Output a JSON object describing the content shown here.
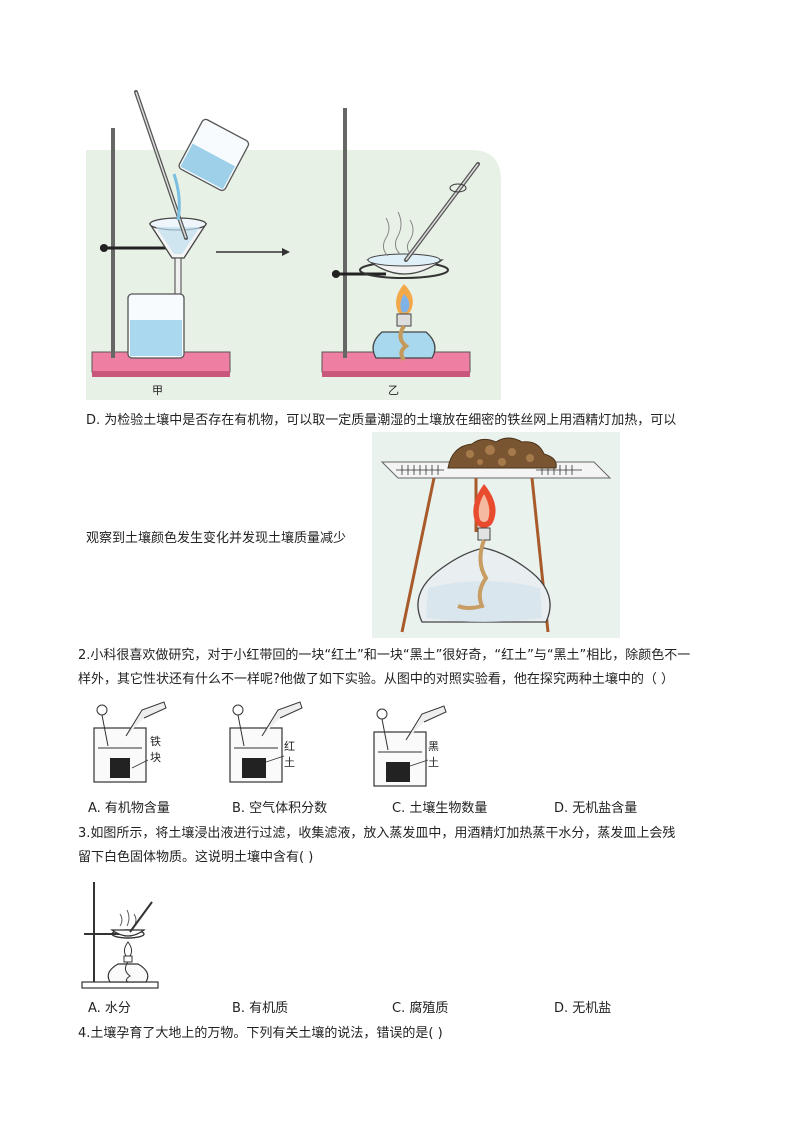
{
  "figure_top": {
    "label_jia": "甲",
    "label_yi": "乙"
  },
  "item_d": {
    "text_line1": "D. 为检验土壤中是否存在有机物，可以取一定质量潮湿的土壤放在细密的铁丝网上用酒精灯加热，可以",
    "text_line2": "观察到土壤颜色发生变化并发现土壤质量减少"
  },
  "q2": {
    "stem_line1": "2.小科很喜欢做研究，对于小红带回的一块“红土”和一块“黑土”很好奇，“红土”与“黑土”相比，除颜色不一",
    "stem_line2": "样外，其它性状还有什么不一样呢?他做了如下实验。从图中的对照实验看，他在探究两种土壤中的（     ）",
    "beaker_labels": [
      {
        "c1": "铁",
        "c2": "块"
      },
      {
        "c1": "红",
        "c2": "土"
      },
      {
        "c1": "黑",
        "c2": "土"
      }
    ],
    "options": [
      "A. 有机物含量",
      "B. 空气体积分数",
      "C. 土壤生物数量",
      "D. 无机盐含量"
    ]
  },
  "q3": {
    "stem_line1": "3.如图所示，将土壤浸出液进行过滤，收集滤液，放入蒸发皿中，用酒精灯加热蒸干水分，蒸发皿上会残",
    "stem_line2": "留下白色固体物质。这说明土壤中含有(   )",
    "options": [
      "A. 水分",
      "B. 有机质",
      "C. 腐殖质",
      "D. 无机盐"
    ]
  },
  "q4": {
    "stem_line1": "4.土壤孕育了大地上的万物。下列有关土壤的说法，错误的是(   )"
  }
}
